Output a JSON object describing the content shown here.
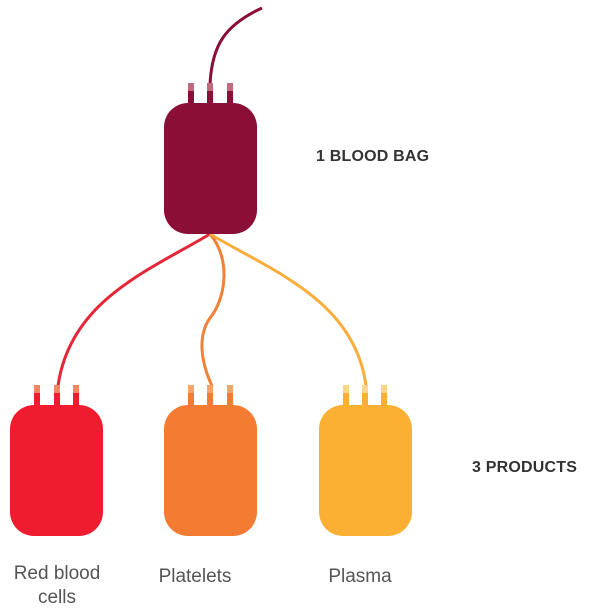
{
  "main_label": "1 BLOOD BAG",
  "products_label": "3 PRODUCTS",
  "main_bag": {
    "name": "blood-bag",
    "color": "#8b0e37",
    "port_color": "#c06a7e"
  },
  "products": [
    {
      "name": "red-blood-cells",
      "label": "Red blood cells",
      "color": "#ee1c2e",
      "port_color": "#f28660",
      "tube_color": "#e52636"
    },
    {
      "name": "platelets",
      "label": "Platelets",
      "color": "#f37b32",
      "port_color": "#f3a36c",
      "tube_color": "#f08237"
    },
    {
      "name": "plasma",
      "label": "Plasma",
      "color": "#fbb034",
      "port_color": "#fcd48a",
      "tube_color": "#f9ad3a"
    }
  ]
}
